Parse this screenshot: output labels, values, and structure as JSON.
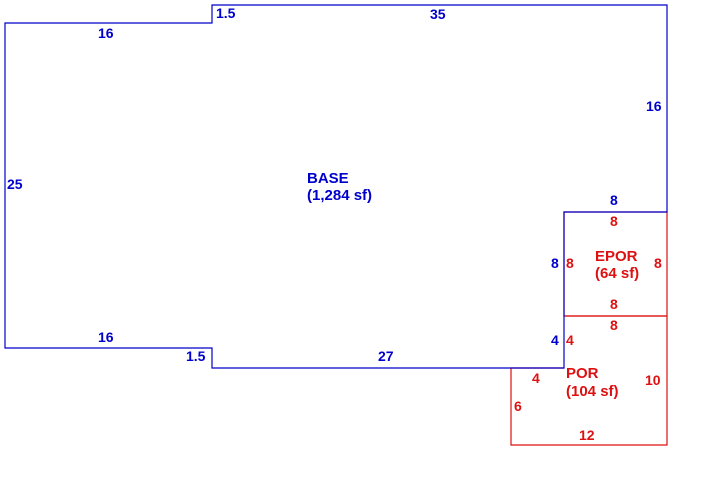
{
  "colors": {
    "base": "#0000cc",
    "porch": "#dd1111",
    "background": "#ffffff"
  },
  "areas": {
    "base": {
      "name": "BASE",
      "area": "(1,284 sf)"
    },
    "epor": {
      "name": "EPOR",
      "area": "(64 sf)"
    },
    "por": {
      "name": "POR",
      "area": "(104 sf)"
    }
  },
  "dimensions": {
    "base": {
      "top_left_16": "16",
      "step_top_1_5": "1.5",
      "top_35": "35",
      "right_16": "16",
      "left_25": "25",
      "bottom_left_16": "16",
      "step_bottom_1_5": "1.5",
      "bottom_27": "27",
      "epor_top_8": "8",
      "epor_left_8": "8",
      "right_lower_4": "4"
    },
    "epor": {
      "top_8": "8",
      "left_8": "8",
      "right_8": "8",
      "bottom_8": "8"
    },
    "por": {
      "top_8": "8",
      "left_upper_4": "4",
      "left_inner_4": "4",
      "left_6": "6",
      "right_10": "10",
      "bottom_12": "12"
    }
  }
}
